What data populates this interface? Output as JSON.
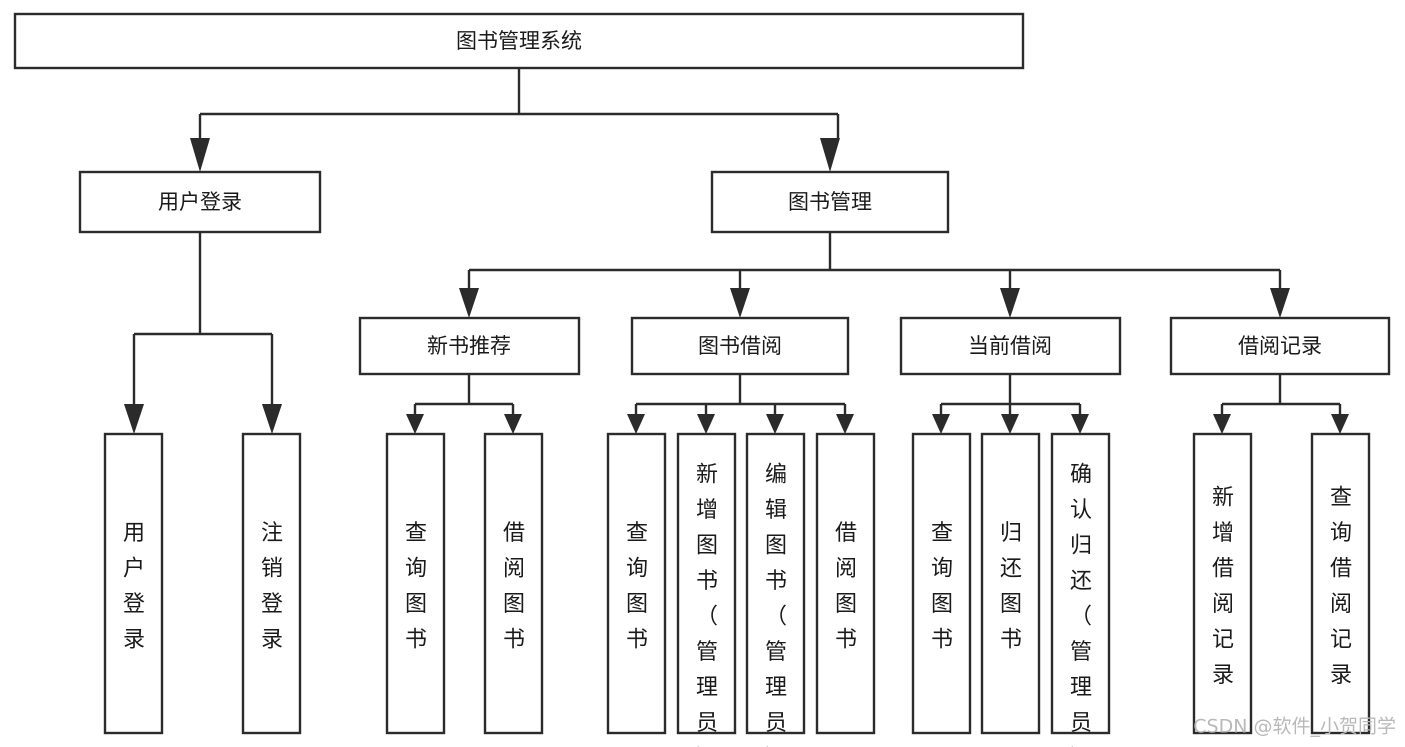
{
  "diagram": {
    "title": "图书管理系统",
    "type": "hierarchy-tree",
    "orientation": "top-down",
    "colors": {
      "box_fill": "#ffffff",
      "box_stroke": "#2b2b2b",
      "text": "#1a1a1a",
      "watermark": "#b9b9b9",
      "background": "#ffffff"
    },
    "levels": [
      {
        "level": 1,
        "nodes": [
          {
            "id": "root",
            "label": "图书管理系统",
            "orientation": "horizontal"
          }
        ]
      },
      {
        "level": 2,
        "nodes": [
          {
            "id": "login",
            "label": "用户登录",
            "orientation": "horizontal",
            "parent": "root"
          },
          {
            "id": "bookmgmt",
            "label": "图书管理",
            "orientation": "horizontal",
            "parent": "root"
          }
        ]
      },
      {
        "level": 3,
        "nodes": [
          {
            "id": "newbook",
            "label": "新书推荐",
            "orientation": "horizontal",
            "parent": "bookmgmt"
          },
          {
            "id": "borrow",
            "label": "图书借阅",
            "orientation": "horizontal",
            "parent": "bookmgmt"
          },
          {
            "id": "current",
            "label": "当前借阅",
            "orientation": "horizontal",
            "parent": "bookmgmt"
          },
          {
            "id": "records",
            "label": "借阅记录",
            "orientation": "horizontal",
            "parent": "bookmgmt"
          }
        ]
      },
      {
        "level": 4,
        "nodes": [
          {
            "id": "leaf-1",
            "label": "用户登录",
            "orientation": "vertical",
            "parent": "login"
          },
          {
            "id": "leaf-2",
            "label": "注销登录",
            "orientation": "vertical",
            "parent": "login"
          },
          {
            "id": "leaf-3",
            "label": "查询图书",
            "orientation": "vertical",
            "parent": "newbook"
          },
          {
            "id": "leaf-4",
            "label": "借阅图书",
            "orientation": "vertical",
            "parent": "newbook"
          },
          {
            "id": "leaf-5",
            "label": "查询图书",
            "orientation": "vertical",
            "parent": "borrow"
          },
          {
            "id": "leaf-6",
            "label": "新增图书（管理员）",
            "orientation": "vertical",
            "parent": "borrow"
          },
          {
            "id": "leaf-7",
            "label": "编辑图书（管理员）",
            "orientation": "vertical",
            "parent": "borrow"
          },
          {
            "id": "leaf-8",
            "label": "借阅图书",
            "orientation": "vertical",
            "parent": "borrow"
          },
          {
            "id": "leaf-9",
            "label": "查询图书",
            "orientation": "vertical",
            "parent": "current"
          },
          {
            "id": "leaf-10",
            "label": "归还图书",
            "orientation": "vertical",
            "parent": "current"
          },
          {
            "id": "leaf-11",
            "label": "确认归还（管理员）",
            "orientation": "vertical",
            "parent": "current"
          },
          {
            "id": "leaf-12",
            "label": "新增借阅记录",
            "orientation": "vertical",
            "parent": "records"
          },
          {
            "id": "leaf-13",
            "label": "查询借阅记录",
            "orientation": "vertical",
            "parent": "records"
          }
        ]
      }
    ]
  },
  "watermark": {
    "text": "CSDN @软件_小贺同学"
  }
}
